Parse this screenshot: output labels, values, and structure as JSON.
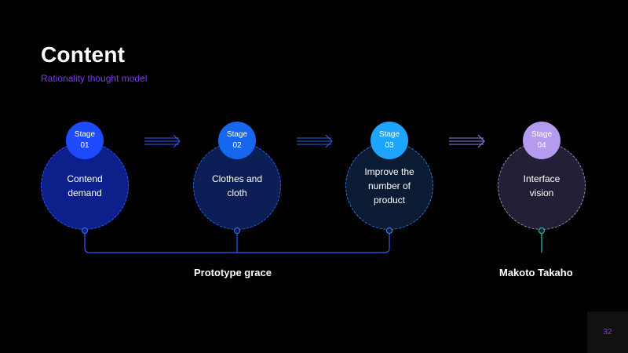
{
  "header": {
    "title": "Content",
    "subtitle": "Rationality thought model"
  },
  "stages": [
    {
      "badge_line1": "Stage",
      "badge_line2": "01",
      "text": "Contend demand",
      "badge_color": "#1f4bff",
      "circle_fill": "#0c1f8a",
      "border_color": "#2f5bff",
      "dot_color": "#3a6cff"
    },
    {
      "badge_line1": "Stage",
      "badge_line2": "02",
      "text": "Clothes and cloth",
      "badge_color": "#1666f0",
      "circle_fill": "#0b1e55",
      "border_color": "#2a62e8",
      "dot_color": "#3a6cff"
    },
    {
      "badge_line1": "Stage",
      "badge_line2": "03",
      "text": "Improve the number of product",
      "badge_color": "#1ea5ff",
      "circle_fill": "#0a1b33",
      "border_color": "#2a7ad6",
      "dot_color": "#3a8cff"
    },
    {
      "badge_line1": "Stage",
      "badge_line2": "04",
      "text": "Interface vision",
      "badge_color": "#b49bf0",
      "circle_fill": "#221f36",
      "border_color": "#9a94b8",
      "dot_color": "#2ec4b6"
    }
  ],
  "groups": {
    "left_label": "Prototype grace",
    "right_label": "Makoto Takaho"
  },
  "footer": {
    "page_number": "32"
  },
  "colors": {
    "background": "#000000",
    "accent_purple": "#7c3aed",
    "connector_blue": "#2f5bff",
    "connector_teal": "#2ec4b6"
  }
}
